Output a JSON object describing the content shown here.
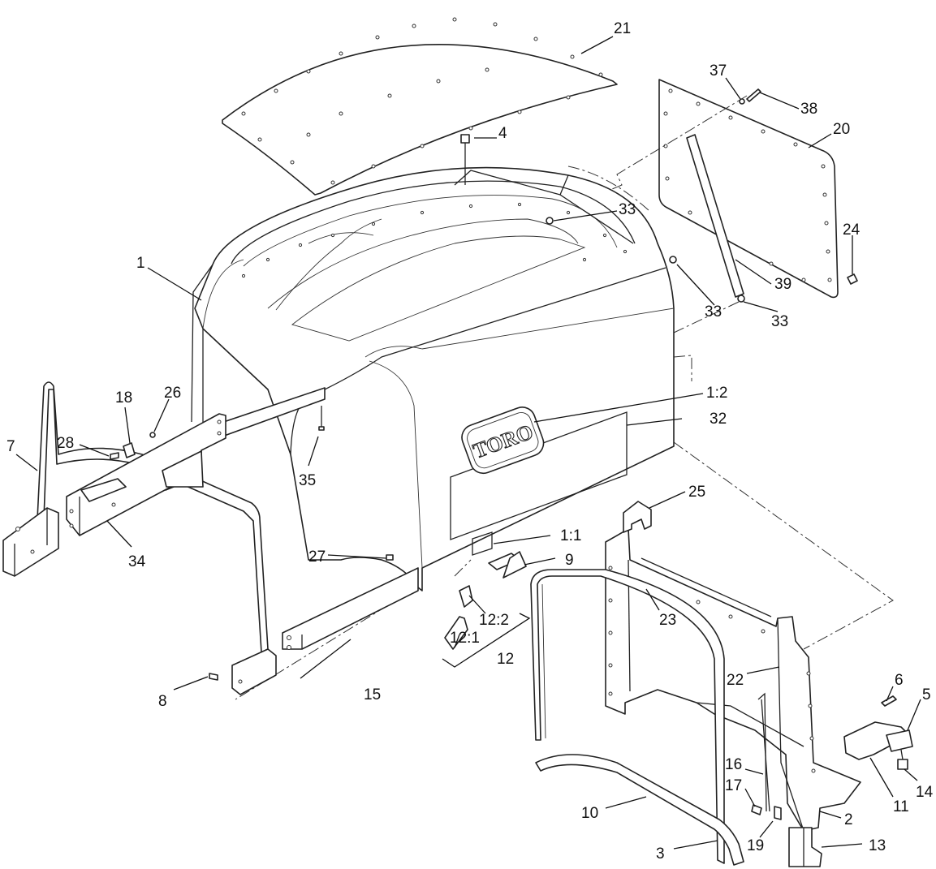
{
  "callouts": [
    {
      "id": "c1",
      "text": "1"
    },
    {
      "id": "c1_2",
      "text": "1:2"
    },
    {
      "id": "c1_1",
      "text": "1:1"
    },
    {
      "id": "c2",
      "text": "2"
    },
    {
      "id": "c3",
      "text": "3"
    },
    {
      "id": "c4",
      "text": "4"
    },
    {
      "id": "c5",
      "text": "5"
    },
    {
      "id": "c6",
      "text": "6"
    },
    {
      "id": "c7",
      "text": "7"
    },
    {
      "id": "c8",
      "text": "8"
    },
    {
      "id": "c9",
      "text": "9"
    },
    {
      "id": "c10",
      "text": "10"
    },
    {
      "id": "c11",
      "text": "11"
    },
    {
      "id": "c12",
      "text": "12"
    },
    {
      "id": "c12_1",
      "text": "12:1"
    },
    {
      "id": "c12_2",
      "text": "12:2"
    },
    {
      "id": "c13",
      "text": "13"
    },
    {
      "id": "c14",
      "text": "14"
    },
    {
      "id": "c15",
      "text": "15"
    },
    {
      "id": "c16",
      "text": "16"
    },
    {
      "id": "c17",
      "text": "17"
    },
    {
      "id": "c18",
      "text": "18"
    },
    {
      "id": "c19",
      "text": "19"
    },
    {
      "id": "c20",
      "text": "20"
    },
    {
      "id": "c21",
      "text": "21"
    },
    {
      "id": "c22",
      "text": "22"
    },
    {
      "id": "c23",
      "text": "23"
    },
    {
      "id": "c24",
      "text": "24"
    },
    {
      "id": "c25",
      "text": "25"
    },
    {
      "id": "c26",
      "text": "26"
    },
    {
      "id": "c27",
      "text": "27"
    },
    {
      "id": "c28",
      "text": "28"
    },
    {
      "id": "c32",
      "text": "32"
    },
    {
      "id": "c33a",
      "text": "33"
    },
    {
      "id": "c33b",
      "text": "33"
    },
    {
      "id": "c33c",
      "text": "33"
    },
    {
      "id": "c34",
      "text": "34"
    },
    {
      "id": "c35",
      "text": "35"
    },
    {
      "id": "c37",
      "text": "37"
    },
    {
      "id": "c38",
      "text": "38"
    },
    {
      "id": "c39",
      "text": "39"
    }
  ],
  "logo_text": "TORO"
}
